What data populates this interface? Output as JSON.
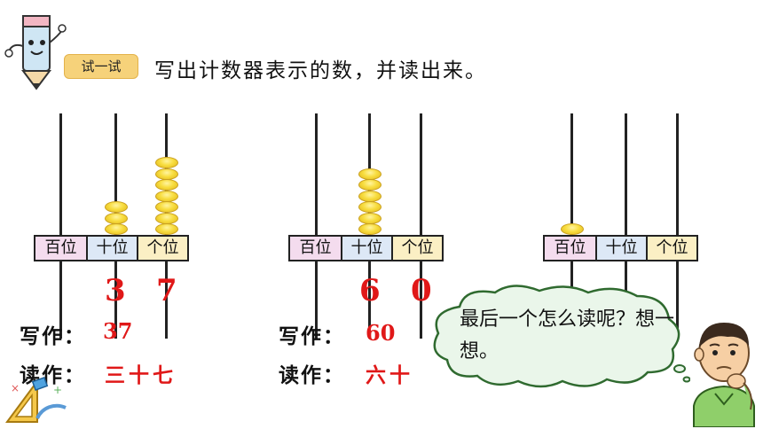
{
  "header": {
    "badge": "试一试",
    "instruction": "写出计数器表示的数，并读出来。"
  },
  "abacus_labels": {
    "hundreds": "百位",
    "tens": "十位",
    "ones": "个位"
  },
  "abacus_values": [
    {
      "hundreds": 0,
      "tens": 3,
      "ones": 7
    },
    {
      "hundreds": 0,
      "tens": 6,
      "ones": 0
    },
    {
      "hundreds": 1,
      "tens": 0,
      "ones": 0
    }
  ],
  "digits": {
    "a1_tens": "3",
    "a1_ones": "7",
    "a2_tens": "6",
    "a2_ones": "0"
  },
  "examples": [
    {
      "write_label": "写作：",
      "write_value": "37",
      "read_label": "读作：",
      "read_value": "三十七"
    },
    {
      "write_label": "写作：",
      "write_value": "60",
      "read_label": "读作：",
      "read_value": "六十"
    }
  ],
  "bubble": {
    "text": "最后一个怎么读呢？想一想。"
  },
  "colors": {
    "answer_red": "#e01818",
    "bead_yellow": "#f8dd3f",
    "hundreds_bg": "#f4dcee",
    "tens_bg": "#dde8f6",
    "ones_bg": "#fbefc4"
  },
  "icons": [
    "pencil-mascot-icon",
    "math-tools-icon",
    "thinking-boy-icon"
  ]
}
